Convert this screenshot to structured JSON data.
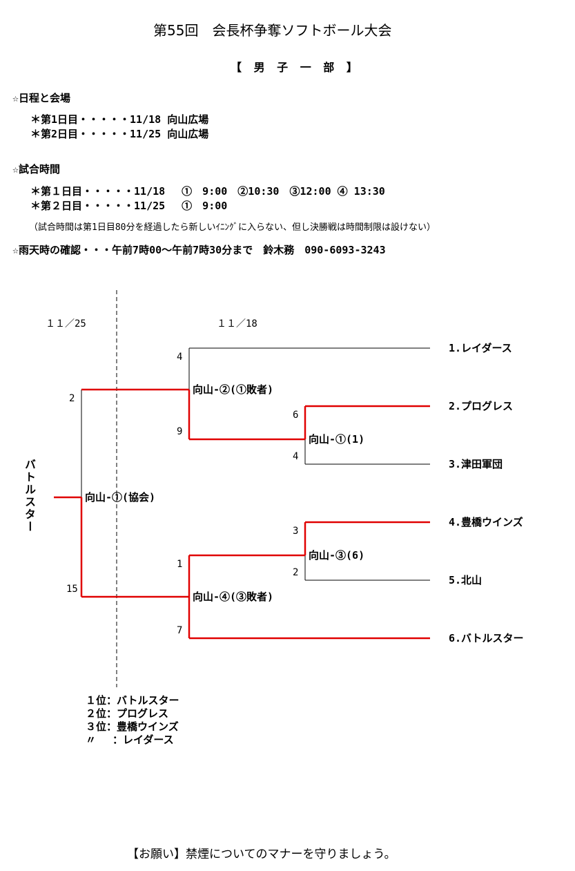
{
  "title": "第55回　会長杯争奪ソフトボール大会",
  "division": "【 男 子 一 部 】",
  "schedule": {
    "heading": "☆日程と会場",
    "day1": "＊第1日目・・・・・11/18 向山広場",
    "day2": "＊第2日目・・・・・11/25 向山広場"
  },
  "times": {
    "heading": "☆試合時間",
    "day1": "＊第１日目・・・・・11/18　 ①　9:00　②10:30　③12:00 ④ 13:30",
    "day2": "＊第２日目・・・・・11/25 　①　9:00",
    "note": "（試合時間は第1日目80分を経過したら新しいｲﾆﾝｸﾞに入らない、但し決勝戦は時間制限は設けない）"
  },
  "rain": "☆雨天時の確認・・・午前7時00～午前7時30分まで　鈴木務　090-6093-3243",
  "bracket": {
    "date_left": "１１／25",
    "date_right": "１１／18",
    "champion": "バトルスター",
    "teams": [
      "1.レイダース",
      "2.プログレス",
      "3.津田軍団",
      "4.豊橋ウインズ",
      "5.北山",
      "6.バトルスター"
    ],
    "matches": {
      "m1": "向山-①(1)",
      "m2": "向山-②(①敗者)",
      "m3": "向山-③(6)",
      "m4": "向山-④(③敗者)",
      "final": "向山-①(協会)"
    },
    "scores": {
      "m1_top": "6",
      "m1_bottom": "4",
      "m2_top": "4",
      "m2_bottom": "9",
      "m3_top": "3",
      "m3_bottom": "2",
      "m4_top": "1",
      "m4_bottom": "7",
      "final_top": "2",
      "final_bottom": "15"
    },
    "line_color": "#e00000"
  },
  "results": {
    "r1": "１位：バトルスター",
    "r2": "２位：プログレス",
    "r3": "３位：豊橋ウインズ",
    "r4": "〃　 ：レイダース"
  },
  "footer": "【お願い】禁煙についてのマナーを守りましょう。"
}
